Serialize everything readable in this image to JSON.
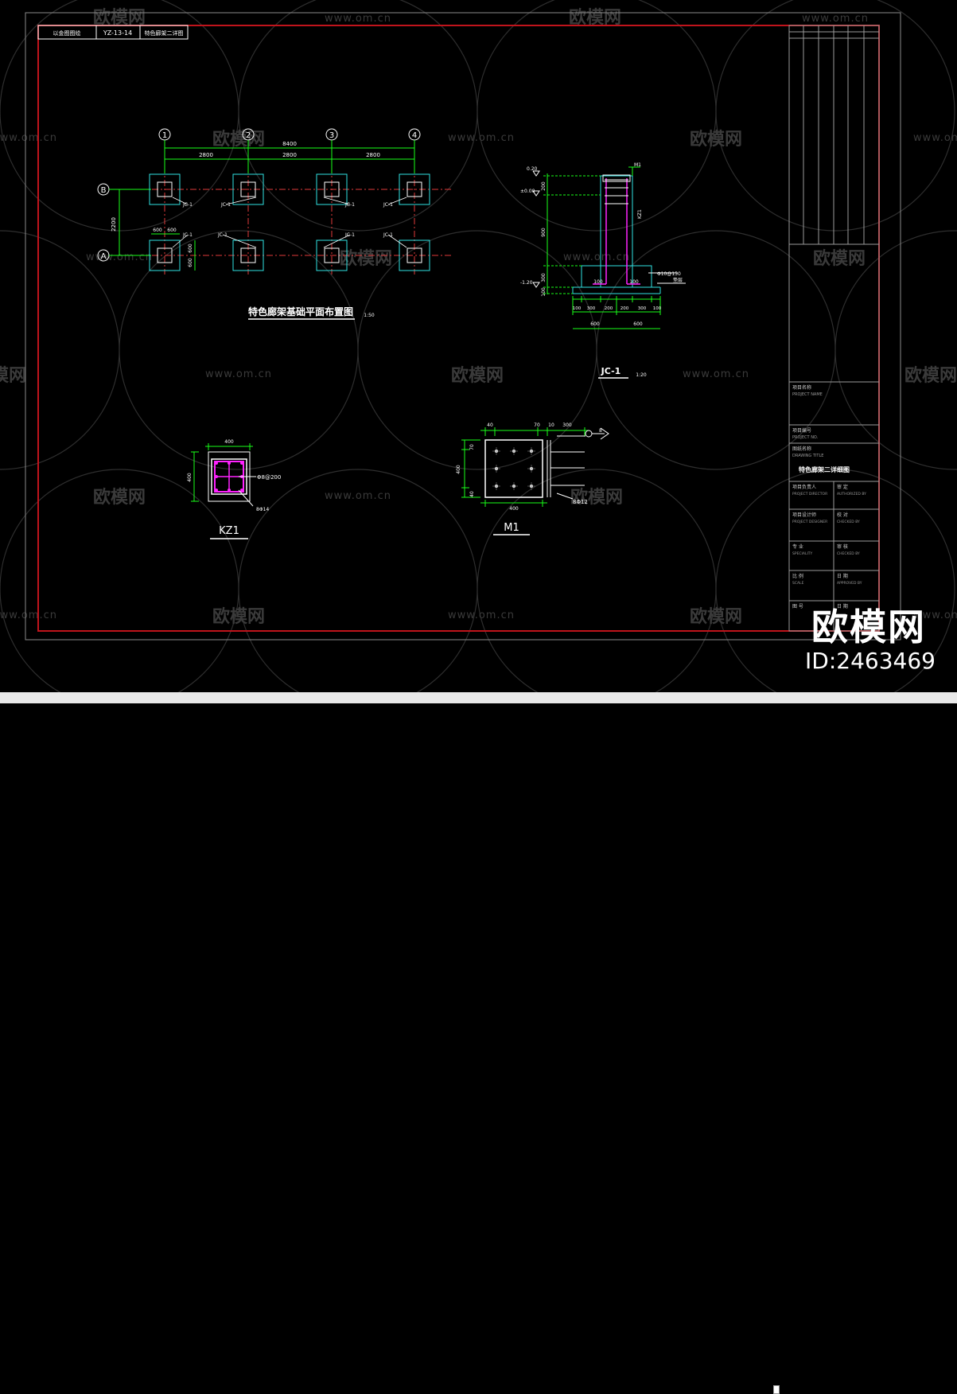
{
  "watermark": {
    "brand": "欧模网",
    "url": "www.om.cn",
    "id": "ID:2463469"
  },
  "header_strip": {
    "cells": [
      "以金图图绘",
      "YZ-13-14",
      "特色廊架二详图"
    ]
  },
  "plan": {
    "title": "特色廊架基础平面布置图",
    "scale": "1:50",
    "axes_x": [
      "1",
      "2",
      "3",
      "4"
    ],
    "axes_y": [
      "B",
      "A"
    ],
    "total_dim": "8400",
    "spans": [
      "2800",
      "2800",
      "2800"
    ],
    "vertical_dim": "2200",
    "small_dims": [
      "600",
      "600"
    ],
    "small_dims_v": [
      "600",
      "600"
    ],
    "footing_label": "JC-1"
  },
  "section": {
    "title": "JC-1",
    "scale": "1:20",
    "top_tag": "M1",
    "column_tag": "KZ1",
    "elevations": [
      "0.20",
      "±0.00",
      "-1.20"
    ],
    "left_dims": [
      "200",
      "900",
      "300",
      "100"
    ],
    "bottom_dims_1": [
      "100",
      "300",
      "200",
      "200",
      "300",
      "100"
    ],
    "bottom_dims_2": [
      "600",
      "600"
    ],
    "inner_dims": [
      "100",
      "100"
    ],
    "rebar_note": "Φ10@150",
    "concrete_note": "垫层"
  },
  "kz1": {
    "title": "KZ1",
    "width": "400",
    "height": "400",
    "stirrup": "Φ8@200",
    "bars": "8Φ14"
  },
  "m1": {
    "title": "M1",
    "dims_top": [
      "40",
      "70",
      "10",
      "300"
    ],
    "anchor_mark": "8",
    "dim_left": "400",
    "dim_left_small": [
      "70",
      "40"
    ],
    "dim_bottom": "400",
    "bolt_note": "8Φ12"
  },
  "title_block": {
    "project_name_label": "项目名称",
    "project_name_en": "PROJECT NAME",
    "project_no_label": "项目编号",
    "project_no_en": "PROJECT NO.",
    "drawing_title_label": "图纸名称",
    "drawing_title_en": "DRAWING TITLE",
    "drawing_title_value": "特色廊架二详细图",
    "rows": [
      {
        "left": "项目负责人",
        "left_en": "PROJECT DIRECTOR",
        "right": "审 定",
        "right_en": "AUTHORIZED BY"
      },
      {
        "left": "项目设计师",
        "left_en": "PROJECT DESIGNER",
        "right": "校 对",
        "right_en": "CHECKED BY"
      },
      {
        "left": "专 业",
        "left_en": "SPECIALITY",
        "right": "审 核",
        "right_en": "CHECKED BY"
      },
      {
        "left": "比 例",
        "left_en": "SCALE",
        "right": "日 期",
        "right_en": "APPROVED BY"
      },
      {
        "left": "图 号",
        "left_en": "",
        "right": "日 期",
        "right_en": ""
      }
    ]
  },
  "colors": {
    "background": "#000000",
    "frame_red": "#c0141c",
    "cad_green": "#19ff19",
    "cad_cyan": "#2fe2e2",
    "cad_red_dashed": "#e03a3a",
    "cad_magenta": "#ff22ff",
    "cad_white": "#ffffff",
    "watermark": "#3a3a3a"
  }
}
